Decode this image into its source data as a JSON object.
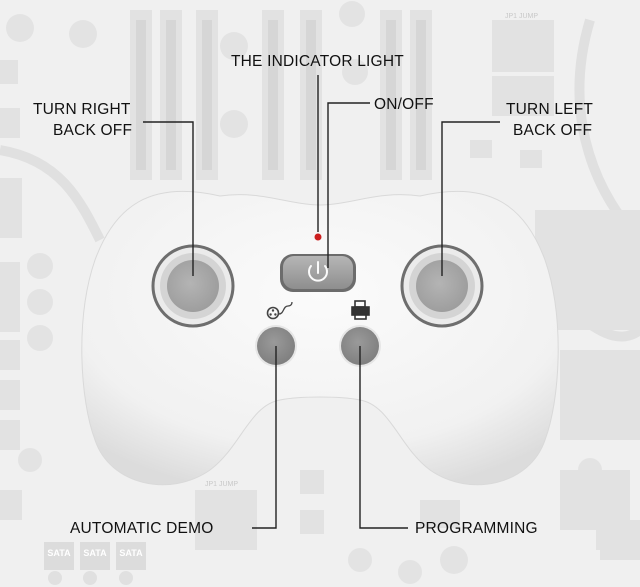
{
  "labels": {
    "indicator": "THE INDICATOR LIGHT",
    "onoff": "ON/OFF",
    "turn_right_1": "TURN RIGHT",
    "turn_right_2": "BACK OFF",
    "turn_left_1": "TURN LEFT",
    "turn_left_2": "BACK OFF",
    "auto_demo": "AUTOMATIC DEMO",
    "programming": "PROGRAMMING"
  },
  "board": {
    "sata": [
      "SATA",
      "SATA",
      "SATA"
    ],
    "jumper_top": "JP1 JUMP",
    "jumper_bottom": "JP1 JUMP"
  },
  "colors": {
    "indicator_led": "#cc1f1f",
    "controller_body": "#f7f7f7",
    "stick": "#a9a9a9",
    "button": "#8f8f8f"
  },
  "icons": {
    "demo_button": "film-reel-icon",
    "program_button": "printer-icon",
    "power": "power-icon"
  }
}
